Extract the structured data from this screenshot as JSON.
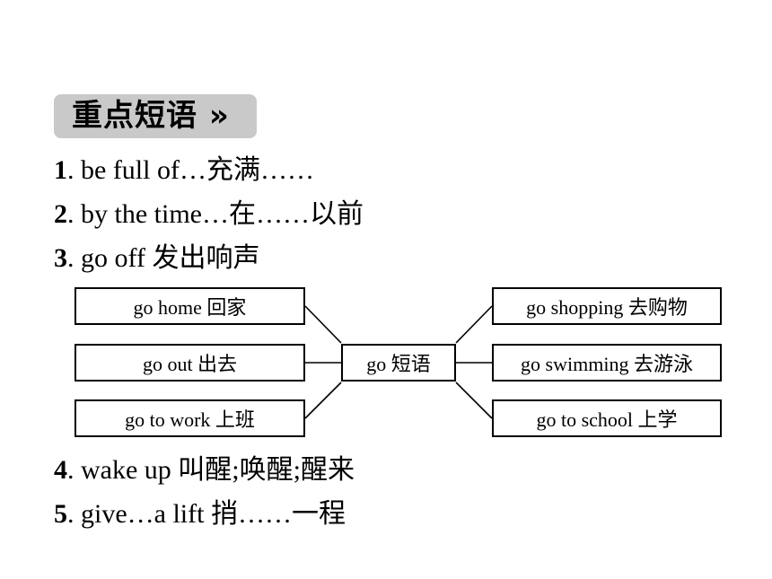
{
  "heading": {
    "title": "重点短语",
    "chevron": "»"
  },
  "phrases": [
    {
      "num": "1",
      "text": ". be full of…充满……"
    },
    {
      "num": "2",
      "text": ". by the time…在……以前"
    },
    {
      "num": "3",
      "text": ". go off 发出响声"
    },
    {
      "num": "4",
      "text": ". wake up 叫醒;唤醒;醒来"
    },
    {
      "num": "5",
      "text": ". give…a lift 捎……一程"
    }
  ],
  "diagram": {
    "center": "go 短语",
    "left": [
      "go home 回家",
      "go out 出去",
      "go to work 上班"
    ],
    "right": [
      "go shopping 去购物",
      "go swimming 去游泳",
      "go to school 上学"
    ]
  }
}
